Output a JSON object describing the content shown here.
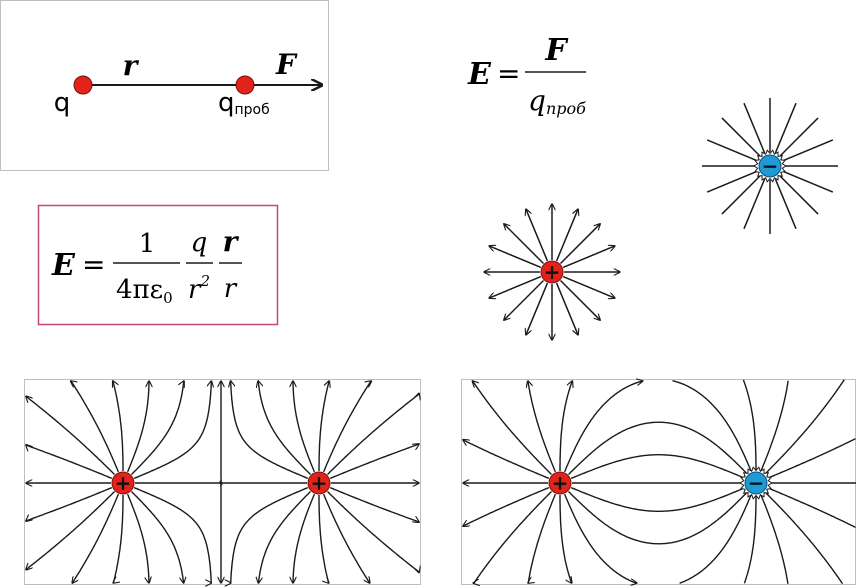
{
  "colors": {
    "positive_charge": "#e2231a",
    "negative_charge": "#1e9ad6",
    "line": "#1a1a1a",
    "formula_box_border": "#c8467a",
    "panel_border": "#bfbfbf"
  },
  "test_charge_panel": {
    "r_label": "r",
    "F_label": "F",
    "q_label": "q",
    "qprob_base": "q",
    "qprob_sub": "проб"
  },
  "field_definition": {
    "lhs": "E",
    "eq": "=",
    "numerator": "F",
    "den_base": "q",
    "den_sub": "проб"
  },
  "coulomb_formula": {
    "lhs": "E",
    "eq": "=",
    "frac1_num": "1",
    "frac1_den_a": "4πε",
    "frac1_den_sub": "0",
    "frac2_num": "q",
    "frac2_den": "r",
    "frac2_den_sup": "2",
    "frac3_num": "r",
    "frac3_den": "r"
  },
  "charge_signs": {
    "plus": "+",
    "minus": "−"
  }
}
